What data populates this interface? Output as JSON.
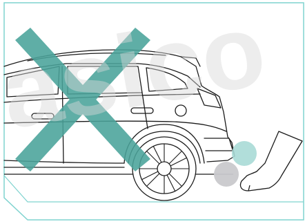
{
  "illustration": {
    "subject": "suv-rear-three-quarter",
    "icons": {
      "prohibition": "cross-mark-icon",
      "foot_sensor_primary": "sensor-circle-teal",
      "foot_sensor_secondary": "sensor-circle-gray",
      "foot": "foot-kick-icon"
    },
    "colors": {
      "frame": "#7fd3cf",
      "cross": "#4aa39a",
      "sensor_teal": "#a8dad6",
      "sensor_gray": "#c9c9cc",
      "line": "#1a1a1a",
      "watermark": "#e6e6e6"
    }
  },
  "watermark": {
    "text": "asico"
  }
}
